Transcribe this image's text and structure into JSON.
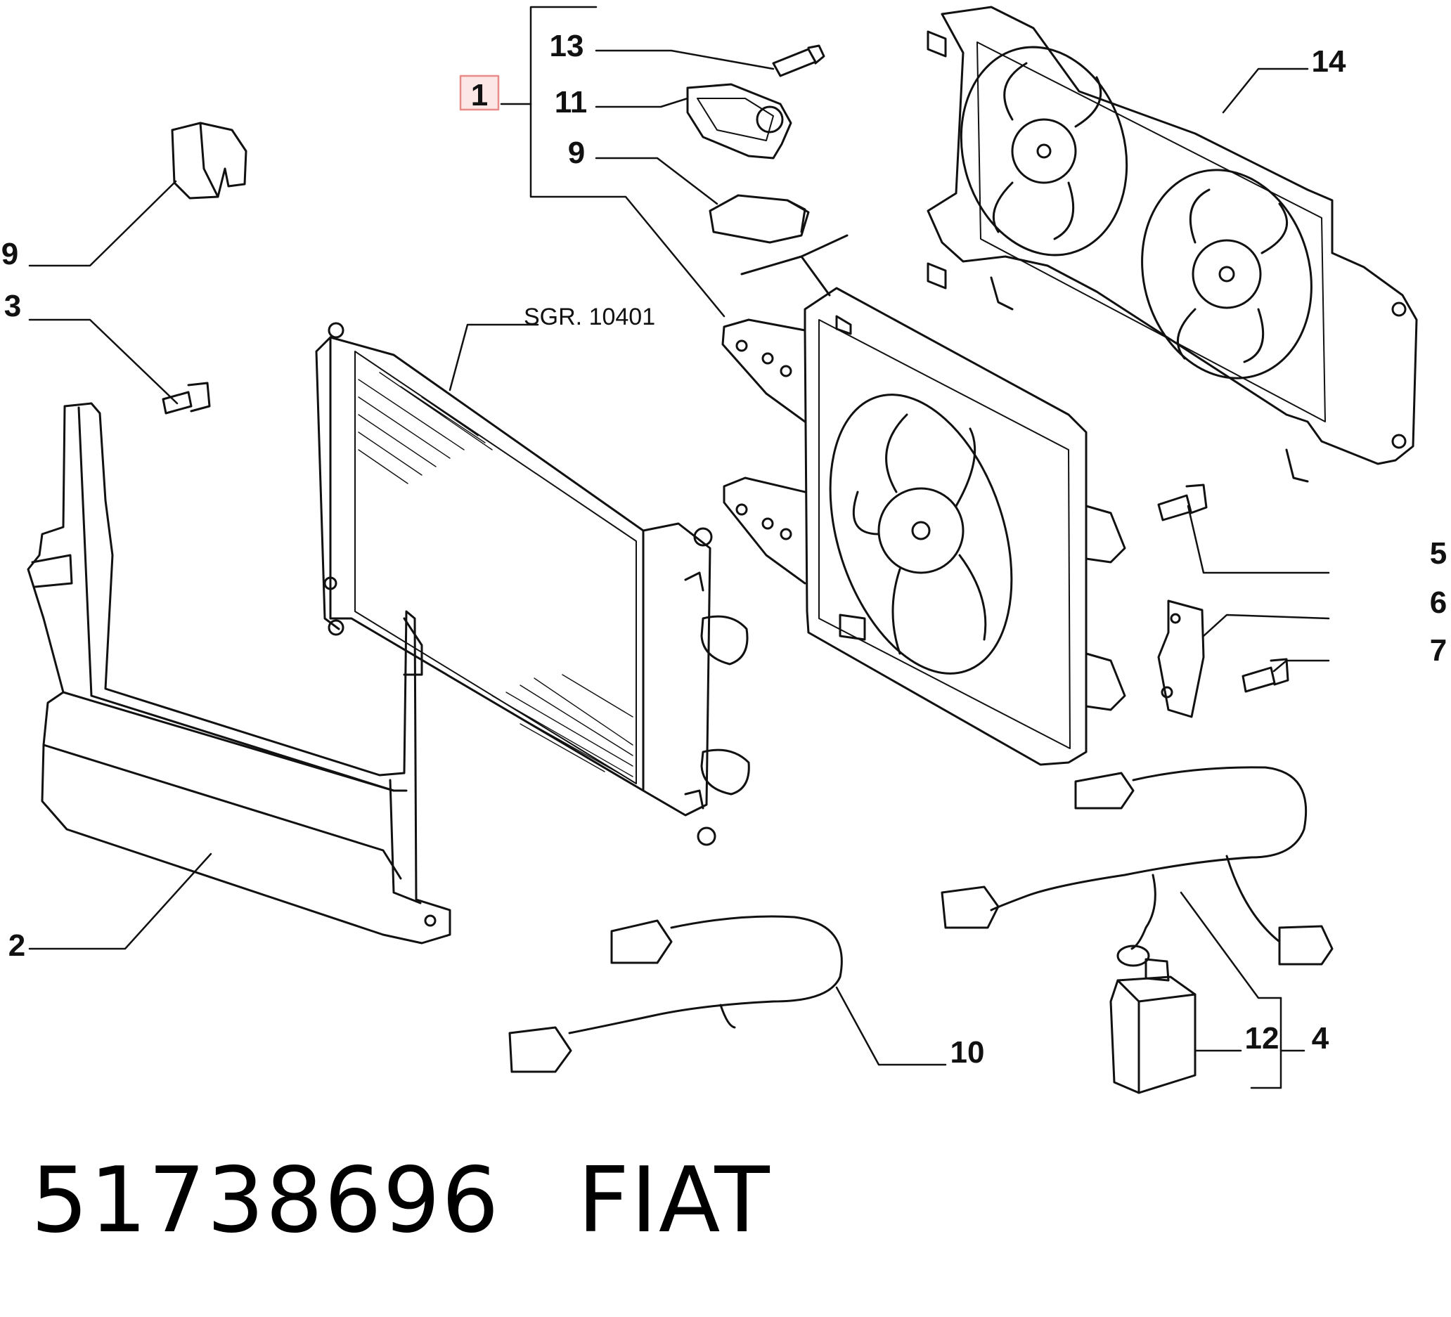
{
  "callouts": {
    "c1": "1",
    "c2": "2",
    "c3": "3",
    "c4": "4",
    "c5": "5",
    "c6": "6",
    "c7": "7",
    "c9a": "9",
    "c9b": "9",
    "c10": "10",
    "c11": "11",
    "c12": "12",
    "c13": "13",
    "c14": "14"
  },
  "reference": "SGR. 10401",
  "footer": {
    "part_number": "51738696",
    "brand": "FIAT"
  },
  "colors": {
    "line": "#111111",
    "highlight_border": "#e88a8a",
    "highlight_fill": "#fde6e6"
  }
}
